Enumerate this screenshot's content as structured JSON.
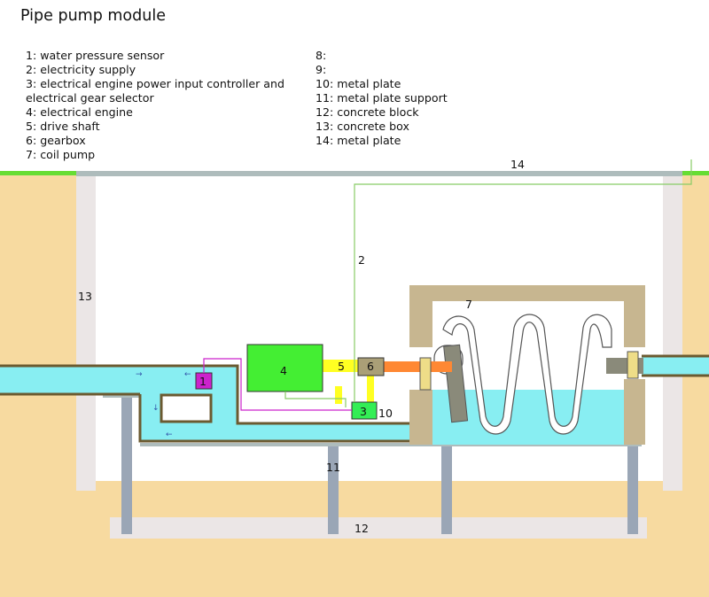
{
  "title": "Pipe pump module",
  "legend_left": [
    "1: water pressure sensor",
    "2: electricity supply",
    "3: electrical engine power input controller and",
    "electrical gear selector",
    "4: electrical engine",
    "5: drive shaft",
    "6: gearbox",
    "7: coil pump"
  ],
  "legend_right": [
    "8:",
    "9:",
    "10: metal plate",
    "11: metal plate support",
    "12: concrete block",
    "13: concrete box",
    "14: metal plate"
  ],
  "labels": {
    "l1": "1",
    "l2": "2",
    "l3": "3",
    "l4": "4",
    "l5": "5",
    "l6": "6",
    "l7": "7",
    "l10": "10",
    "l11": "11",
    "l12": "12",
    "l13": "13",
    "l14": "14"
  },
  "colors": {
    "soil": "#f7daa0",
    "concrete": "#ebe6e6",
    "grass": "#66dd33",
    "water": "#88eef2",
    "pipe_wall": "#6b5a30",
    "metal_plate": "#aebcbc",
    "support": "#9aa6b6",
    "concrete_box_wall": "#c7b690",
    "sensor": "#cc22cc",
    "controller": "#33ee55",
    "engine": "#44ee33",
    "shaft": "#ffff22",
    "gearbox": "#aa9f77",
    "orange_shaft": "#ff8833",
    "wire": "#88cc66",
    "coil": "#ffffff",
    "coil_outline": "#555555",
    "plug": "#eedd88",
    "pipe_column": "#8a8a7a"
  }
}
